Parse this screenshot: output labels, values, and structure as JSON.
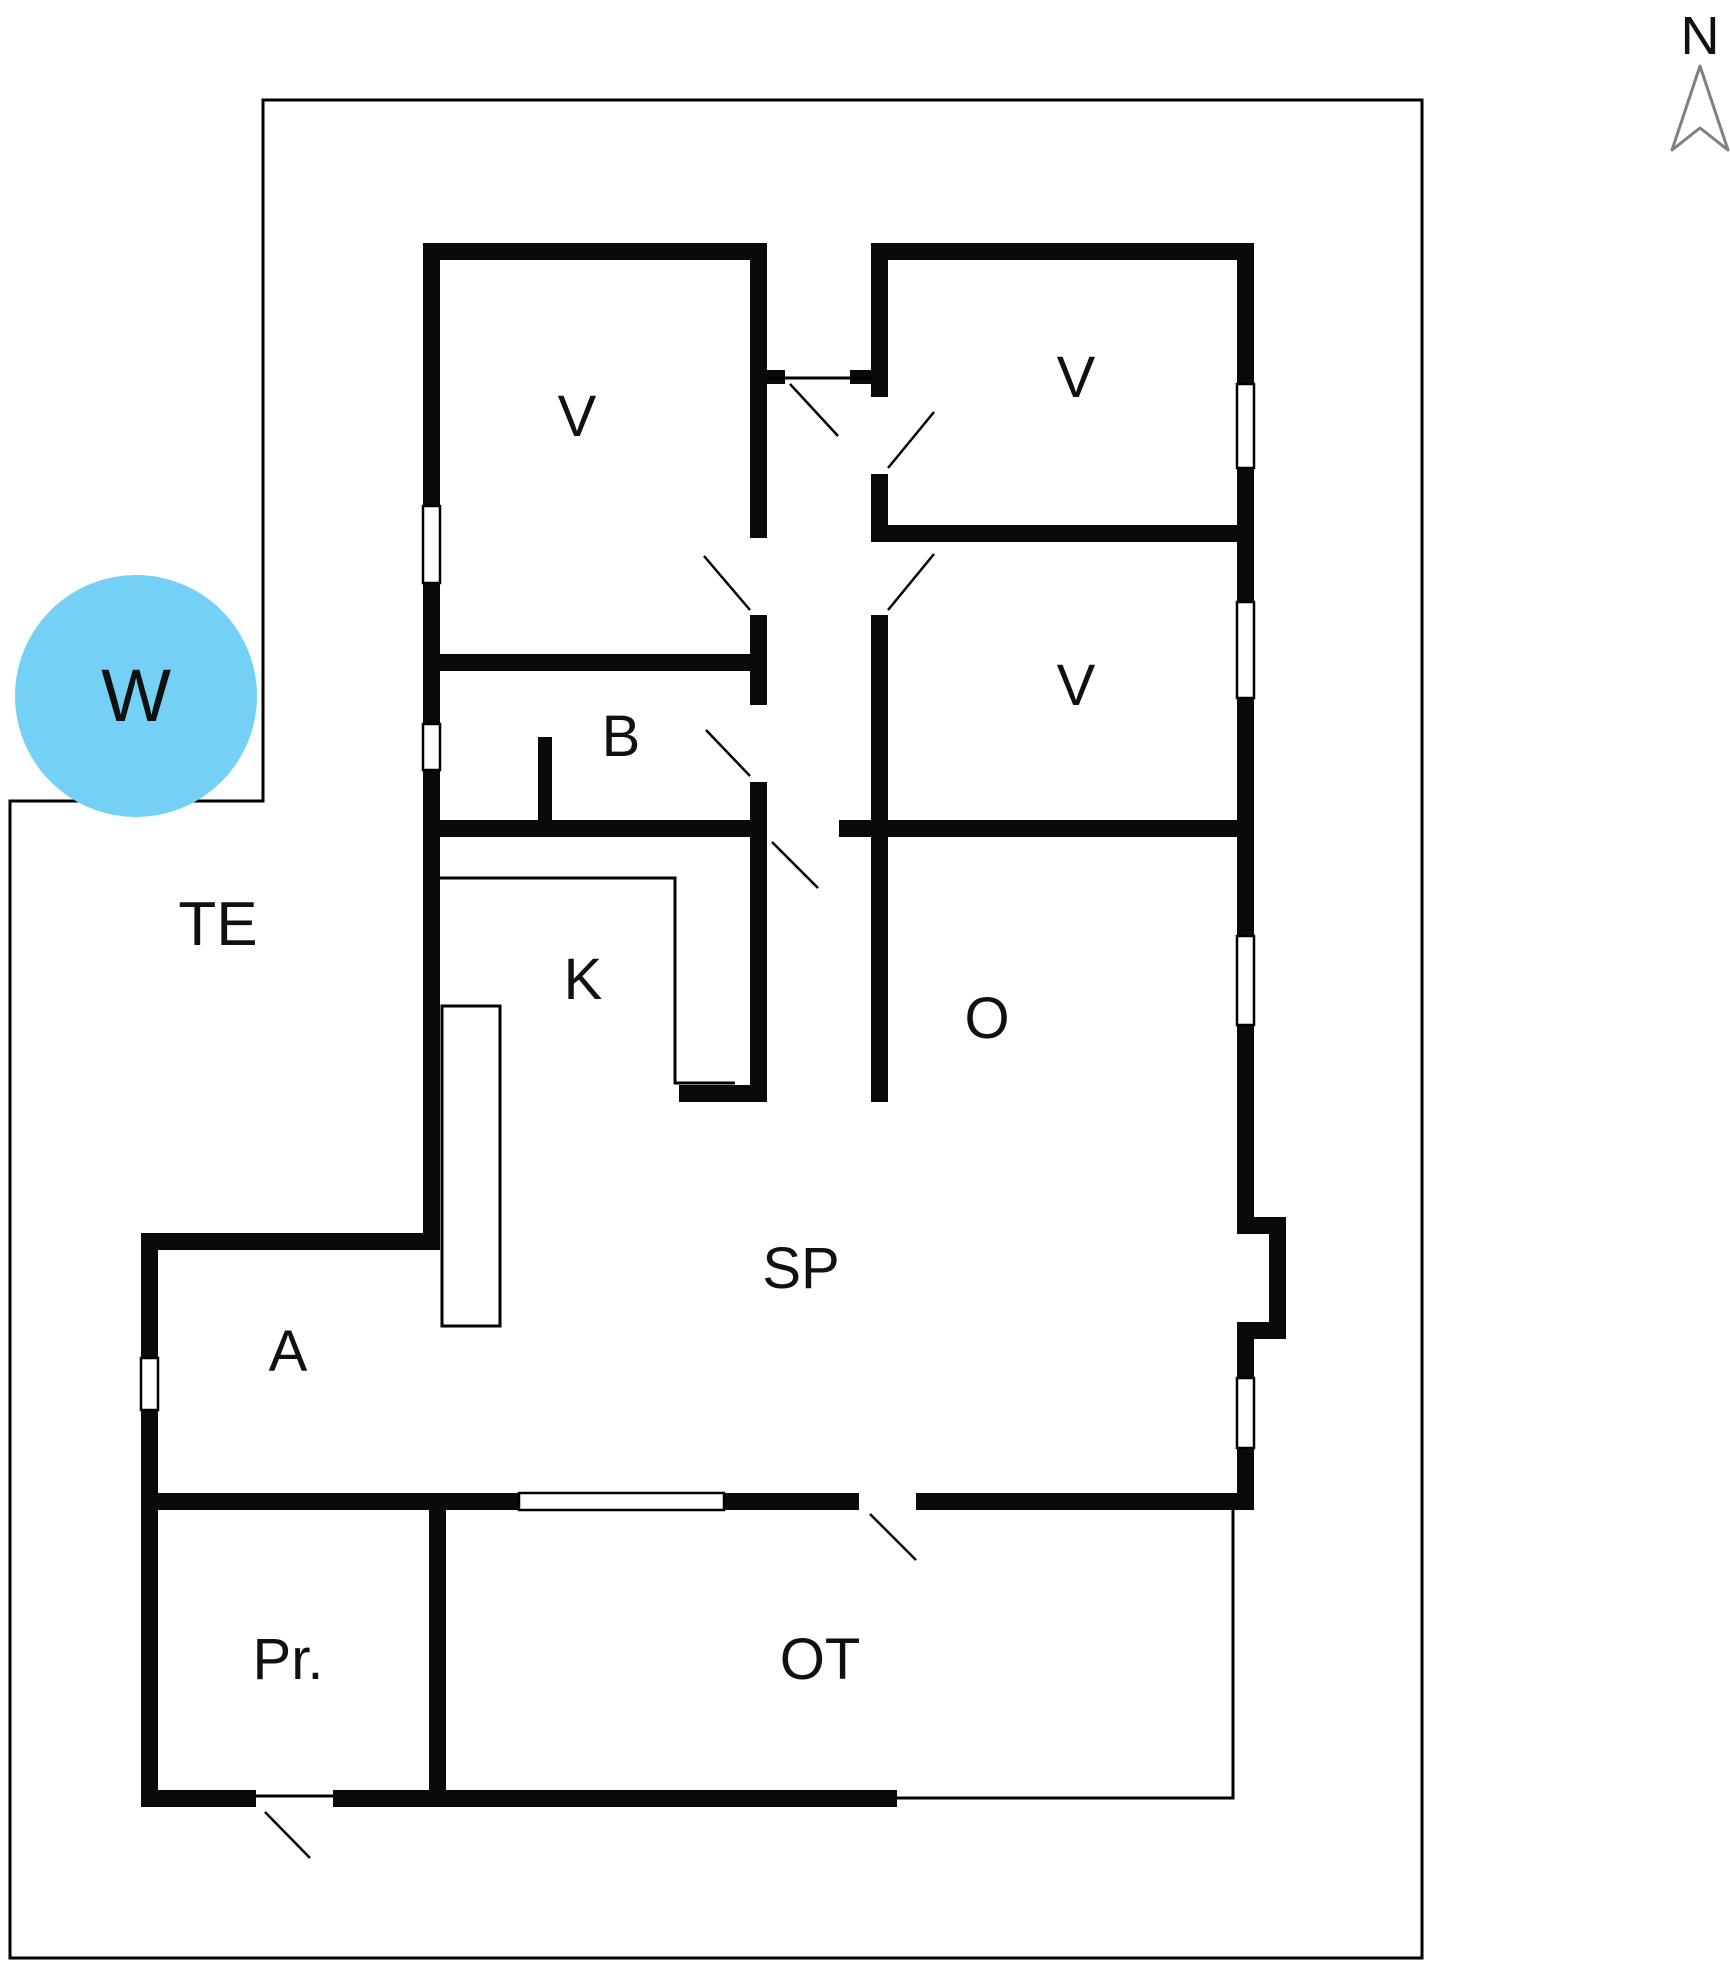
{
  "compass": {
    "label": "N"
  },
  "water_feature": {
    "label": "W",
    "color": "#74d0f4"
  },
  "terrain": {
    "label": "TE"
  },
  "rooms": [
    {
      "id": "v-1",
      "label": "V"
    },
    {
      "id": "v-2",
      "label": "V"
    },
    {
      "id": "v-3",
      "label": "V"
    },
    {
      "id": "b",
      "label": "B"
    },
    {
      "id": "k",
      "label": "K"
    },
    {
      "id": "o",
      "label": "O"
    },
    {
      "id": "sp",
      "label": "SP"
    },
    {
      "id": "a",
      "label": "A"
    },
    {
      "id": "pr",
      "label": "Pr."
    },
    {
      "id": "ot",
      "label": "OT"
    }
  ]
}
